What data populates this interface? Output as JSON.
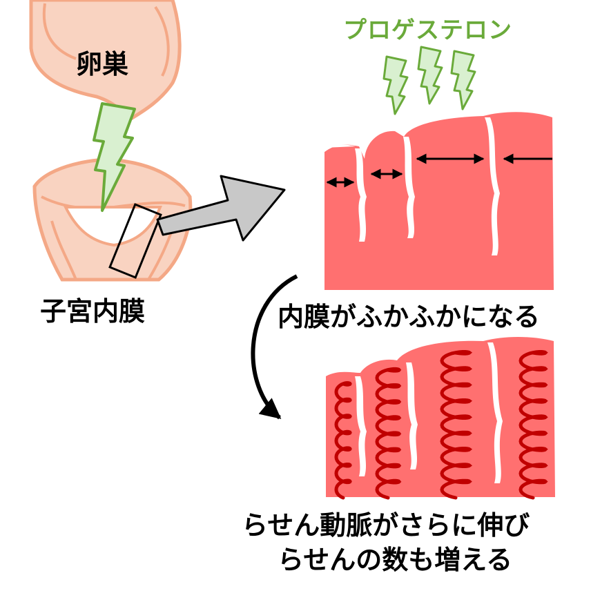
{
  "labels": {
    "ovary": "卵巣",
    "endometrium": "子宮内膜",
    "progesterone": "プロゲステロン",
    "fluffy": "内膜がふかふかになる",
    "spiral_line1": "らせん動脈がさらに伸び",
    "spiral_line2": "らせんの数も増える"
  },
  "colors": {
    "tissue_peach": "#f9d3c1",
    "tissue_outline": "#f4a886",
    "endometrium_red": "#ff7070",
    "artery_dark_red": "#c00000",
    "bolt_fill": "#d9f0d0",
    "bolt_outline": "#6aaa3a",
    "big_arrow_fill": "#c8c8c8",
    "ink": "#000000"
  },
  "icons": [
    "lightning-bolt-icon",
    "big-right-arrow-icon",
    "curved-down-arrow-icon",
    "double-headed-arrow-icon"
  ]
}
